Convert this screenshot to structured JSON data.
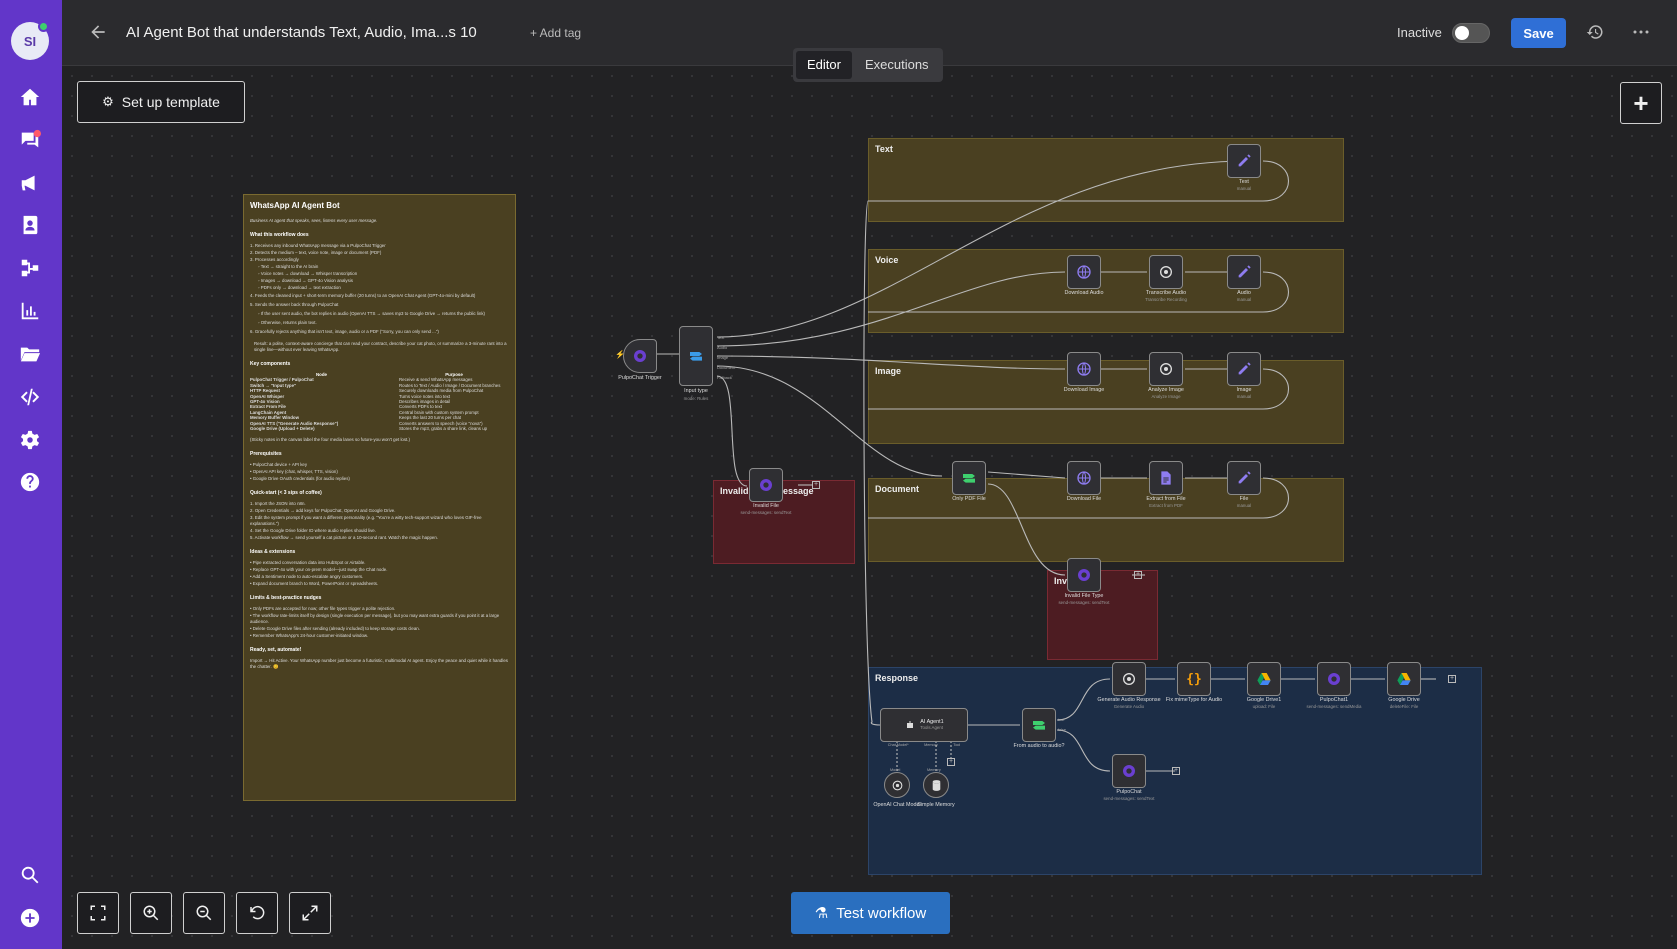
{
  "app": {
    "avatar_initials": "SI",
    "workflow_title": "AI Agent Bot that understands Text, Audio, Ima...s 10",
    "add_tag": "+ Add tag",
    "status_label": "Inactive",
    "save_label": "Save",
    "tabs": [
      {
        "label": "Editor",
        "active": true
      },
      {
        "label": "Executions",
        "active": false
      }
    ],
    "accent": "#6236c9",
    "save_color": "#2f6fd6"
  },
  "sidebar": {
    "icons": [
      "home-icon",
      "chat-icon",
      "megaphone-icon",
      "contacts-icon",
      "workflow-icon",
      "chart-icon",
      "folder-icon",
      "code-icon",
      "settings-icon",
      "help-icon",
      "search-icon",
      "add-icon"
    ]
  },
  "canvas": {
    "setup_template": "Set up template",
    "test_workflow": "Test workflow"
  },
  "note": {
    "title": "WhatsApp AI Agent Bot",
    "tagline": "Business AI agent that speaks, sees, listens every user message.",
    "section1": "What this workflow does",
    "steps": [
      "1. Receives any inbound WhatsApp message via a PulpoChat Trigger",
      "2. Detects the medium – text, voice note, image or document (PDF)",
      "3. Processes accordingly",
      "   ◦ Text → straight to the AI brain",
      "   ◦ Voice notes → download → Whisper transcription",
      "   ◦ Images → download → GPT-4o Vision analysis",
      "   ◦ PDFs only → download → text extraction",
      "4. Feeds the cleaned input + short-term memory buffer (20 turns) to an OpenAI Chat Agent (GPT-4o-mini by default)",
      "5. Sends the answer back through PulpoChat",
      "   ◦ If the user sent audio, the bot replies in audio (OpenAI TTS → saves mp3 to Google Drive → returns the public link)",
      "   ◦ Otherwise, returns plain text.",
      "6. Gracefully rejects anything that isn't text, image, audio or a PDF (\"Sorry, you can only send ...\")",
      "Result: a polite, context-aware concierge that can read your contract, describe your cat photo, or summarize a 3-minute rant into a single line—without ever leaving WhatsApp."
    ],
    "section2": "Key components",
    "table_head": [
      "Node",
      "Purpose"
    ],
    "table_rows": [
      [
        "PulpoChat Trigger / PulpoChat",
        "Receive & send WhatsApp messages"
      ],
      [
        "Switch → \"Input type\"",
        "Routes to Text / Audio / Image / Document branches"
      ],
      [
        "HTTP Request",
        "Securely downloads media from PulpoChat"
      ],
      [
        "OpenAI Whisper",
        "Turns voice notes into text"
      ],
      [
        "GPT-4o Vision",
        "Describes images in detail"
      ],
      [
        "Extract From File",
        "Converts PDFs to text"
      ],
      [
        "LangChain Agent",
        "Central brain with custom system prompt"
      ],
      [
        "Memory Buffer Window",
        "Keeps the last 20 turns per chat"
      ],
      [
        "OpenAI TTS (\"Generate Audio Response\")",
        "Converts answers to speech (voice \"nova\")"
      ],
      [
        "Google Drive (Upload + Delete)",
        "Stores the mp3, grabs a share link, cleans up"
      ]
    ],
    "sticky_info": "(Sticky notes in the canvas label the four media lanes so future-you won't get lost.)",
    "section3": "Prerequisites",
    "prereqs": [
      "• PulpoChat device + API key",
      "• OpenAI API key (chat, whisper, TTS, vision)",
      "• Google Drive OAuth credentials (for audio replies)"
    ],
    "section4": "Quick-start (< 3 sips of coffee)",
    "quickstart": [
      "1. Import the JSON into n8n.",
      "2. Open Credentials → add keys for PulpoChat, OpenAI and Google Drive.",
      "3. Edit the system prompt if you want a different personality (e.g. \"You're a witty tech-support wizard who loves GIF-free explanations.\")",
      "4. Set the Google Drive folder ID where audio replies should live.",
      "5. Activate workflow → send yourself a cat picture or a 10-second rant. Watch the magic happen."
    ],
    "section5": "Ideas & extensions",
    "ideas": [
      "• Pipe extracted conversation data into HubSpot or Airtable.",
      "• Replace GPT-4o with your on-prem model—just swap the Chat node.",
      "• Add a Sentiment node to auto-escalate angry customers.",
      "• Expand document branch to Word, PowerPoint or spreadsheets."
    ],
    "section6": "Limits & best-practice nudges",
    "limits": [
      "• Only PDFs are accepted for now; other file types trigger a polite rejection.",
      "• The workflow rate-limits itself by design (single execution per message), but you may want extra guards if you point it at a large audience.",
      "• Delete Google Drive files after sending (already included) to keep storage costs clean.",
      "• Remember WhatsApp's 24-hour customer-initiated window."
    ],
    "section7": "Ready, set, automate!",
    "closing": "Import → Hit Active. Your WhatsApp number just become a futuristic, multimodal AI agent. Enjoy the peace and quiet while it handles the chatter. 😊"
  },
  "groups": {
    "text": "Text",
    "voice": "Voice",
    "image": "Image",
    "document": "Document",
    "invalid_input": "Invalid Input Message",
    "invalid_file": "Invalid File",
    "response": "Response"
  },
  "nodes": {
    "trigger": {
      "label": "PulpoChat Trigger"
    },
    "input_type": {
      "label": "Input type",
      "sub": "mode: Rules"
    },
    "text": {
      "label": "Text",
      "sub": "manual"
    },
    "dl_audio": {
      "label": "Download Audio"
    },
    "transcribe": {
      "label": "Transcribe Audio",
      "sub": "Transcribe Recording"
    },
    "audio": {
      "label": "Audio",
      "sub": "manual"
    },
    "dl_image": {
      "label": "Download Image"
    },
    "analyze": {
      "label": "Analyze Image",
      "sub": "Analyze Image"
    },
    "image": {
      "label": "Image",
      "sub": "manual"
    },
    "only_pdf": {
      "label": "Only PDF File"
    },
    "dl_file": {
      "label": "Download File"
    },
    "extract": {
      "label": "Extract from File",
      "sub": "Extract from PDF"
    },
    "file": {
      "label": "File",
      "sub": "manual"
    },
    "invalid_file_msg": {
      "label": "Invalid File",
      "sub": "send-messages: sendText"
    },
    "invalid_file_type": {
      "label": "Invalid File Type",
      "sub": "send-messages: sendText"
    },
    "agent": {
      "label": "AI Agent1",
      "sub": "Tools Agent"
    },
    "agent_ports": [
      "Chat Model*",
      "Memory",
      "Tool"
    ],
    "chat_model": {
      "label": "OpenAI Chat Model",
      "tag": "Model"
    },
    "memory": {
      "label": "Simple Memory",
      "tag": "Memory"
    },
    "from_audio": {
      "label": "From audio to audio?"
    },
    "gen_audio": {
      "label": "Generate Audio Response",
      "sub": "Generate Audio"
    },
    "fix_mime": {
      "label": "Fix mimeType for Audio"
    },
    "gdrive1": {
      "label": "Google Drive1",
      "sub": "upload: File"
    },
    "pulpo1": {
      "label": "PulpoChat1",
      "sub": "send-messages: sendMedia"
    },
    "gdrive": {
      "label": "Google Drive",
      "sub": "deleteFile: File"
    },
    "pulpo": {
      "label": "PulpoChat",
      "sub": "send-messages: sendText"
    }
  },
  "switch_outputs": [
    "Text",
    "Audio",
    "Image",
    "Document",
    "Fallback"
  ],
  "if_outputs": [
    "true",
    "false"
  ]
}
